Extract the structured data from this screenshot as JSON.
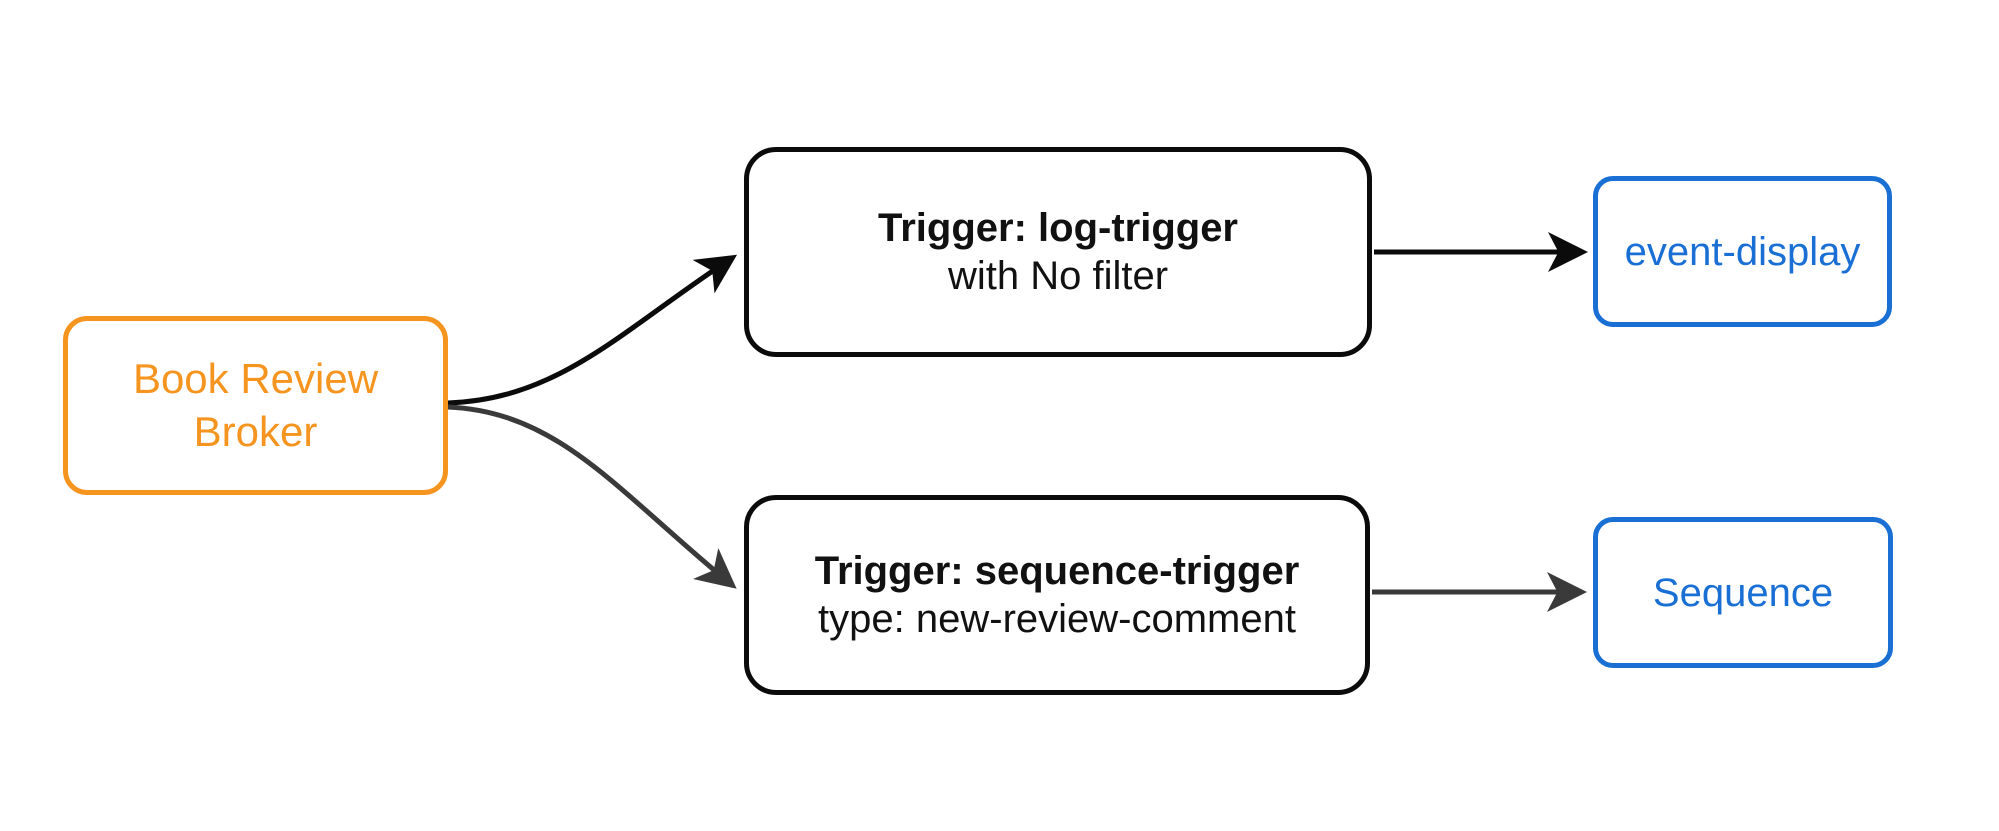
{
  "diagram": {
    "type": "flowchart-lr",
    "background_color": "#ffffff",
    "colors": {
      "broker_accent": "#F5941F",
      "output_accent": "#1A6FD5",
      "edge_black": "#0b0b0b",
      "edge_gray": "#3a3a3a",
      "trigger_text": "#111111"
    },
    "nodes": {
      "broker": {
        "label": "Book Review Broker",
        "line1": "Book Review",
        "line2": "Broker"
      },
      "log_trigger": {
        "title": "Trigger: log-trigger",
        "subtitle": "with No filter"
      },
      "sequence_trigger": {
        "title": "Trigger: sequence-trigger",
        "subtitle": "type: new-review-comment"
      },
      "event_display": {
        "label": "event-display"
      },
      "sequence": {
        "label": "Sequence"
      }
    },
    "edges": [
      {
        "from": "broker",
        "to": "log_trigger",
        "style": "curved",
        "color": "#0b0b0b"
      },
      {
        "from": "broker",
        "to": "sequence_trigger",
        "style": "curved",
        "color": "#3a3a3a"
      },
      {
        "from": "log_trigger",
        "to": "event_display",
        "style": "straight",
        "color": "#0b0b0b"
      },
      {
        "from": "sequence_trigger",
        "to": "sequence",
        "style": "straight",
        "color": "#3a3a3a"
      }
    ]
  }
}
